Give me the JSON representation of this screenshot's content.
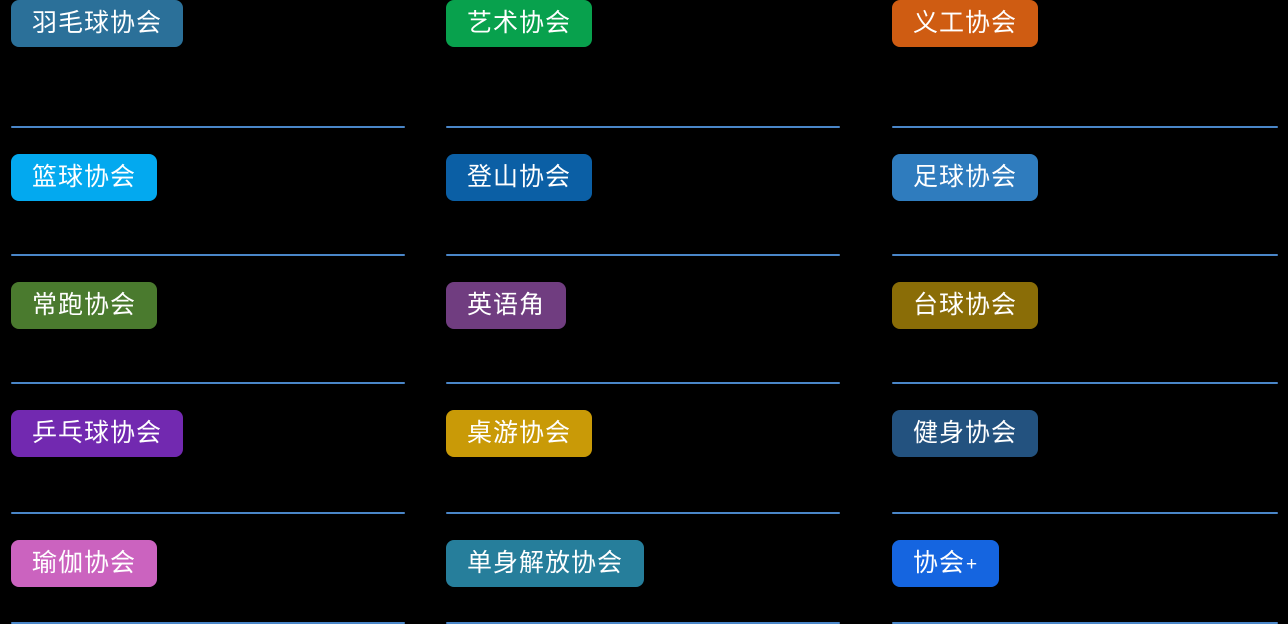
{
  "page": {
    "background_color": "#000000",
    "divider_color": "#4a86c8",
    "badge_text_color": "#ffffff",
    "columns": 3,
    "rows": 5
  },
  "clubs": [
    {
      "label": "羽毛球协会",
      "color": "#2b7099",
      "row": 1,
      "column": 1
    },
    {
      "label": "艺术协会",
      "color": "#08a14d",
      "row": 1,
      "column": 2
    },
    {
      "label": "义工协会",
      "color": "#cf5c12",
      "row": 1,
      "column": 3
    },
    {
      "label": "篮球协会",
      "color": "#03a9ef",
      "row": 2,
      "column": 1
    },
    {
      "label": "登山协会",
      "color": "#0b5fa5",
      "row": 2,
      "column": 2
    },
    {
      "label": "足球协会",
      "color": "#2f7cbe",
      "row": 2,
      "column": 3
    },
    {
      "label": "常跑协会",
      "color": "#4a7a2e",
      "row": 3,
      "column": 1
    },
    {
      "label": "英语角",
      "color": "#703d80",
      "row": 3,
      "column": 2
    },
    {
      "label": "台球协会",
      "color": "#8a6d07",
      "row": 3,
      "column": 3
    },
    {
      "label": "乒乓球协会",
      "color": "#7229b0",
      "row": 4,
      "column": 1
    },
    {
      "label": "桌游协会",
      "color": "#c99a07",
      "row": 4,
      "column": 2
    },
    {
      "label": "健身协会",
      "color": "#23527f",
      "row": 4,
      "column": 3
    },
    {
      "label": "瑜伽协会",
      "color": "#cb63bf",
      "row": 5,
      "column": 1
    },
    {
      "label": "单身解放协会",
      "color": "#267e9b",
      "row": 5,
      "column": 2
    },
    {
      "label": "协会+",
      "color": "#1565e0",
      "row": 5,
      "column": 3,
      "is_add_action": true
    }
  ]
}
